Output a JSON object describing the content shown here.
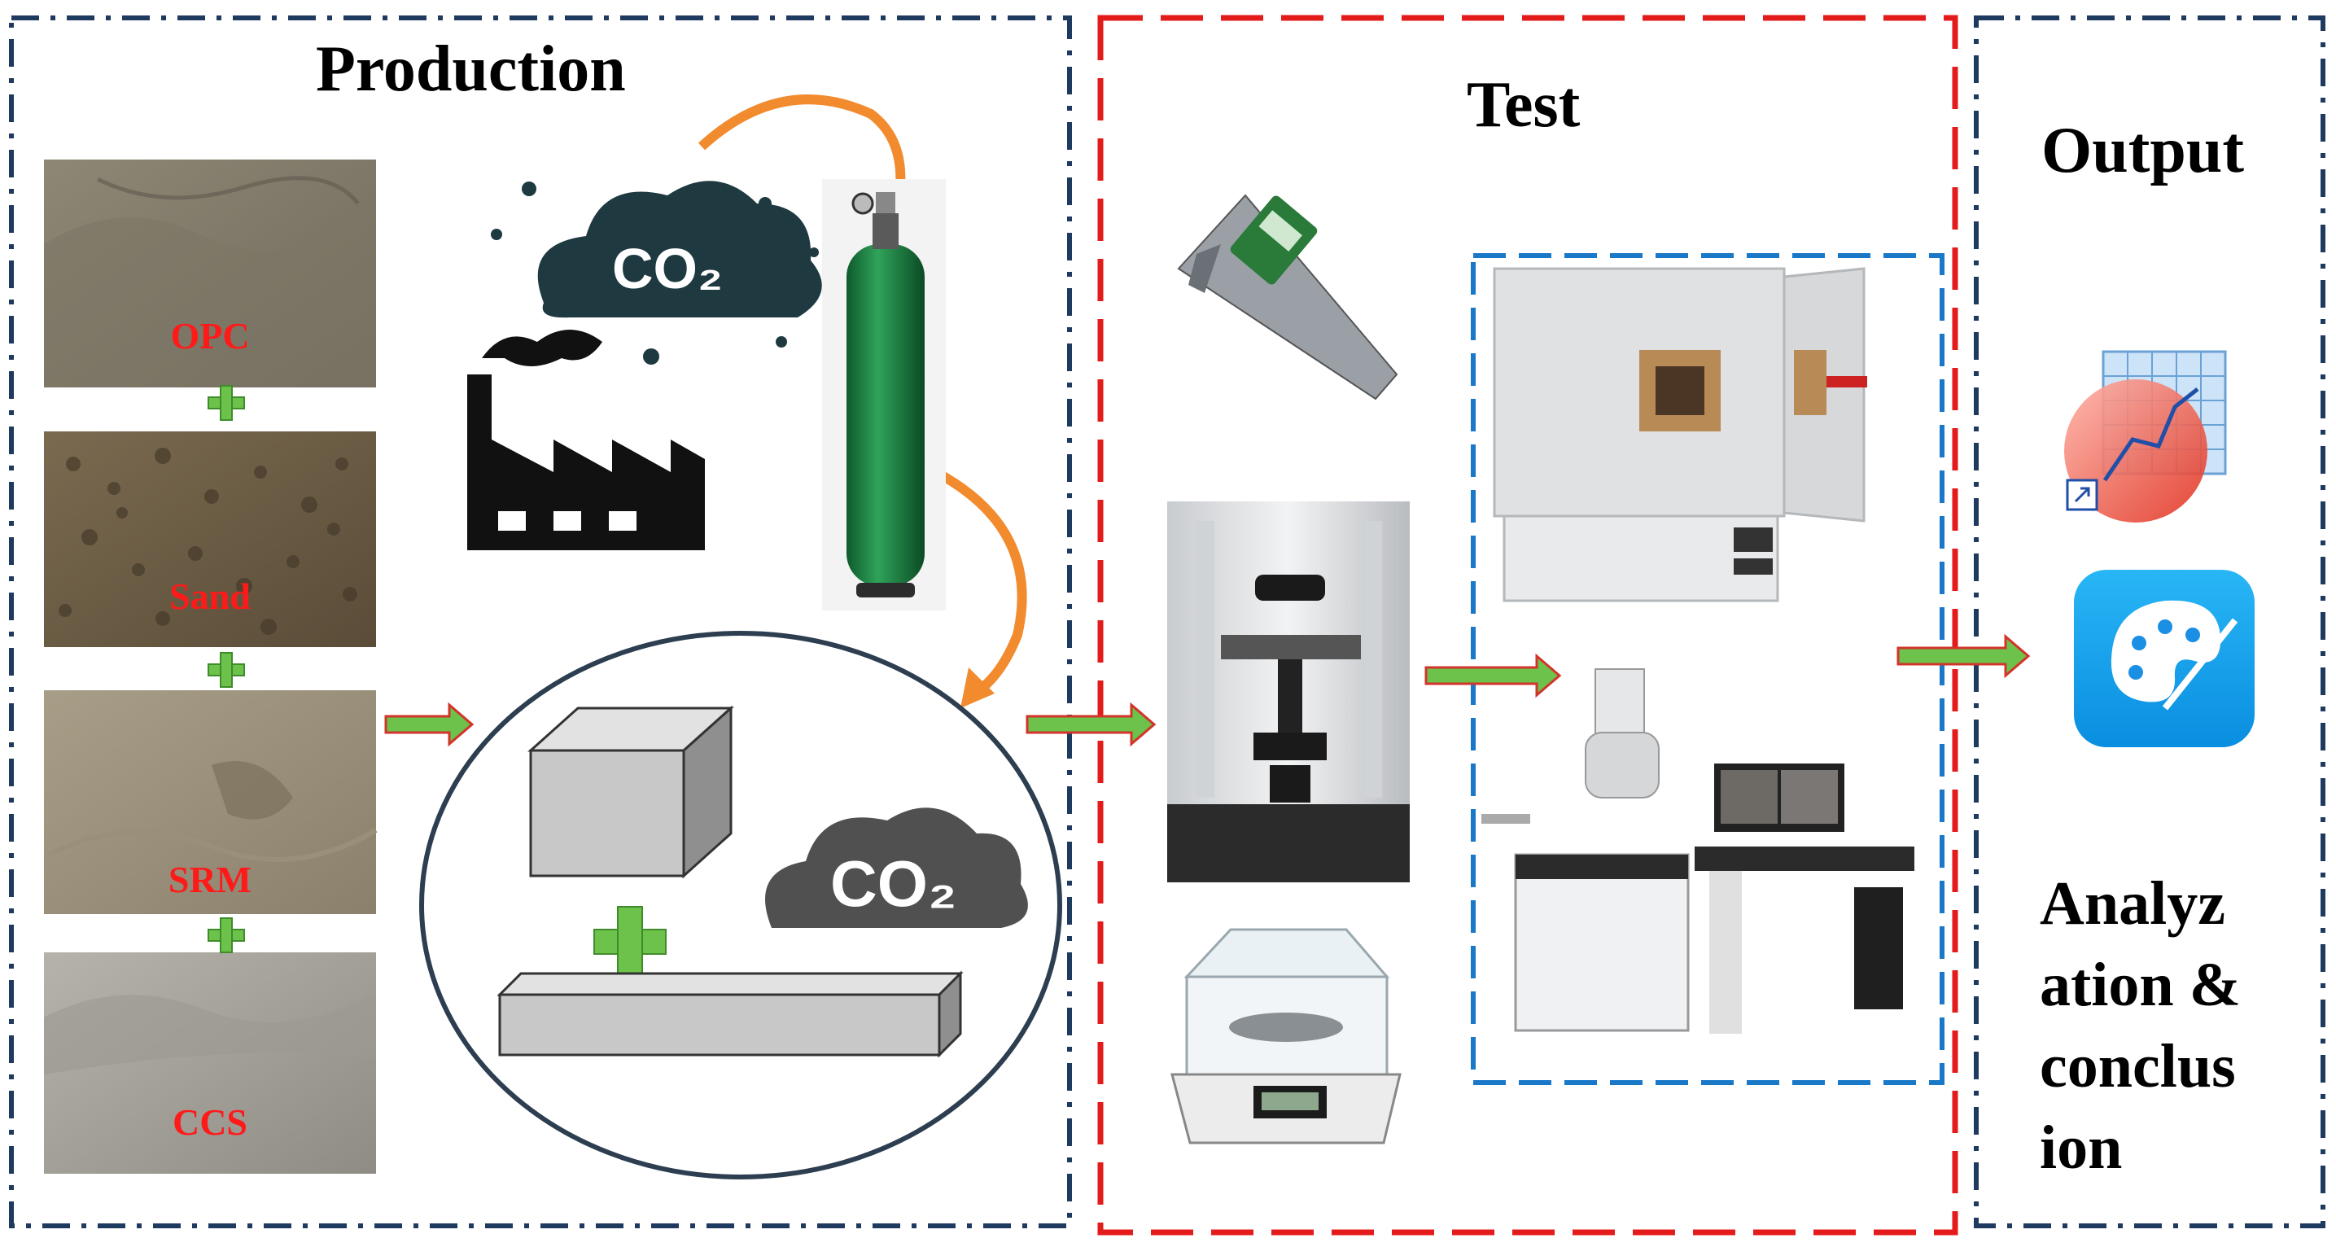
{
  "sections": {
    "production": {
      "title": "Production"
    },
    "test": {
      "title": "Test"
    },
    "output": {
      "title": "Output",
      "conclusion": "Analyz\nation &\nconclus\nion"
    }
  },
  "materials": [
    {
      "label": "OPC"
    },
    {
      "label": "Sand"
    },
    {
      "label": "SRM"
    },
    {
      "label": "CCS"
    }
  ],
  "co2": {
    "emission_label": "CO₂",
    "specimen_label": "CO₂"
  },
  "colors": {
    "production_border": "#1f3a5f",
    "test_border": "#e31b1b",
    "inner_test_border": "#1a78c8",
    "output_border": "#1f3a5f",
    "arrow_green": "#6cc24a",
    "arrow_outline": "#d2342b",
    "curve_orange": "#f28a2e",
    "label_red": "#ff1a1a"
  },
  "icons": {
    "factory": "factory-icon",
    "cloud": "co2-cloud-icon",
    "cylinder": "gas-cylinder-icon",
    "cube": "cube-specimen-icon",
    "beam": "beam-specimen-icon",
    "caliper": "caliper-icon",
    "utm": "testing-machine-icon",
    "balance": "balance-icon",
    "furnace": "furnace-icon",
    "sem": "electron-microscope-icon",
    "origin": "origin-app-icon",
    "painter": "palette-app-icon"
  }
}
